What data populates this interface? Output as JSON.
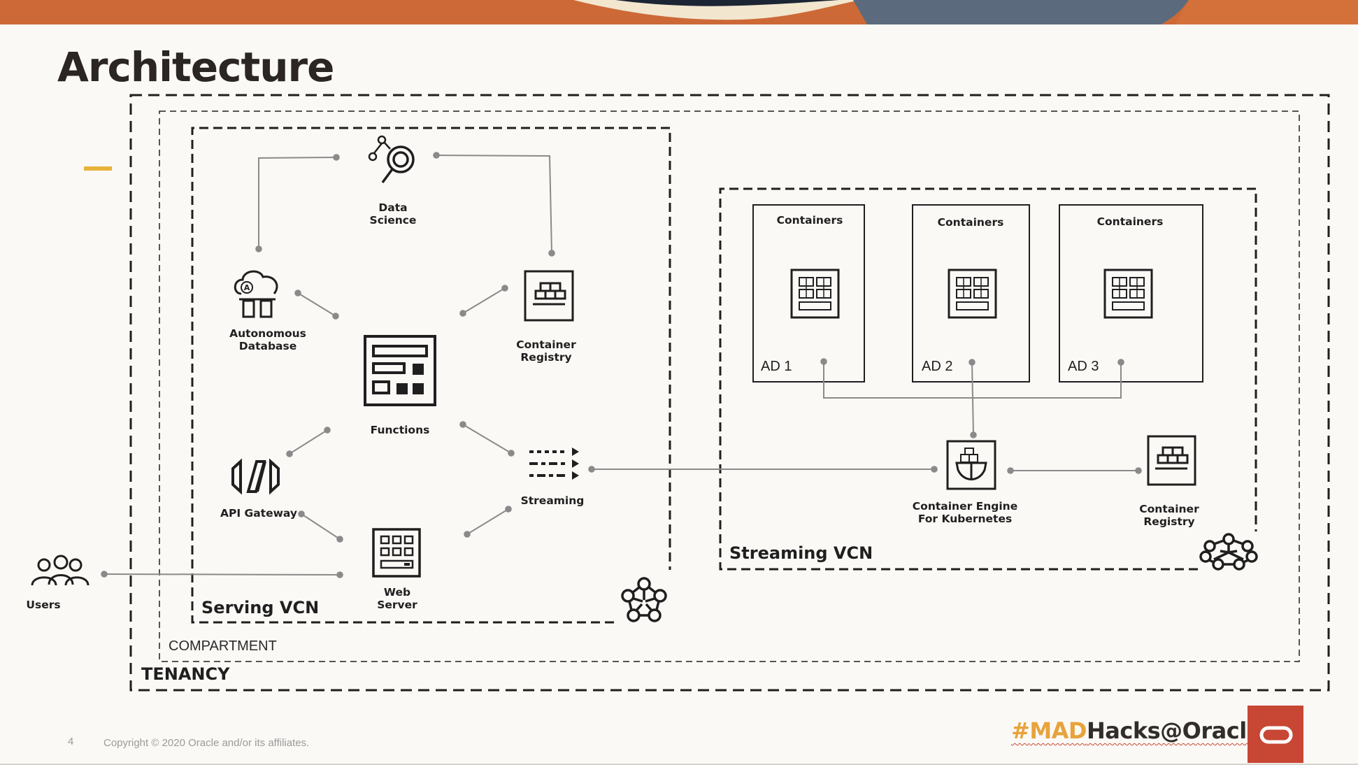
{
  "slide": {
    "title": "Architecture",
    "page_number": "4",
    "copyright": "Copyright © 2020 Oracle and/or its affiliates.",
    "hashtag_prefix": "#",
    "hashtag_mad": "MAD",
    "hashtag_rest": "Hacks@Oracle"
  },
  "colors": {
    "banner": "#d4703a",
    "accent": "#e7b33c",
    "oracle_red": "#c74634",
    "hashtag_orange": "#e7a33c"
  },
  "containers": {
    "tenancy": "TENANCY",
    "compartment": "COMPARTMENT",
    "serving_vcn": "Serving VCN",
    "streaming_vcn": "Streaming VCN"
  },
  "nodes": {
    "users": {
      "label": "Users",
      "icon": "users-icon"
    },
    "data_science": {
      "label": "Data\nScience",
      "icon": "data-science-icon"
    },
    "autonomous_database": {
      "label": "Autonomous\nDatabase",
      "icon": "autonomous-database-icon"
    },
    "container_registry_serving": {
      "label": "Container\nRegistry",
      "icon": "container-registry-icon"
    },
    "functions": {
      "label": "Functions",
      "icon": "functions-icon"
    },
    "api_gateway": {
      "label": "API Gateway",
      "icon": "api-gateway-icon"
    },
    "streaming": {
      "label": "Streaming",
      "icon": "streaming-icon"
    },
    "web_server": {
      "label": "Web\nServer",
      "icon": "web-server-icon"
    },
    "oke": {
      "label": "Container Engine\nFor Kubernetes",
      "icon": "kubernetes-engine-icon"
    },
    "container_registry_streaming": {
      "label": "Container\nRegistry",
      "icon": "container-registry-icon"
    }
  },
  "availability_domains": [
    {
      "containers_label": "Containers",
      "ad_label": "AD 1"
    },
    {
      "containers_label": "Containers",
      "ad_label": "AD 2"
    },
    {
      "containers_label": "Containers",
      "ad_label": "AD 3"
    }
  ]
}
